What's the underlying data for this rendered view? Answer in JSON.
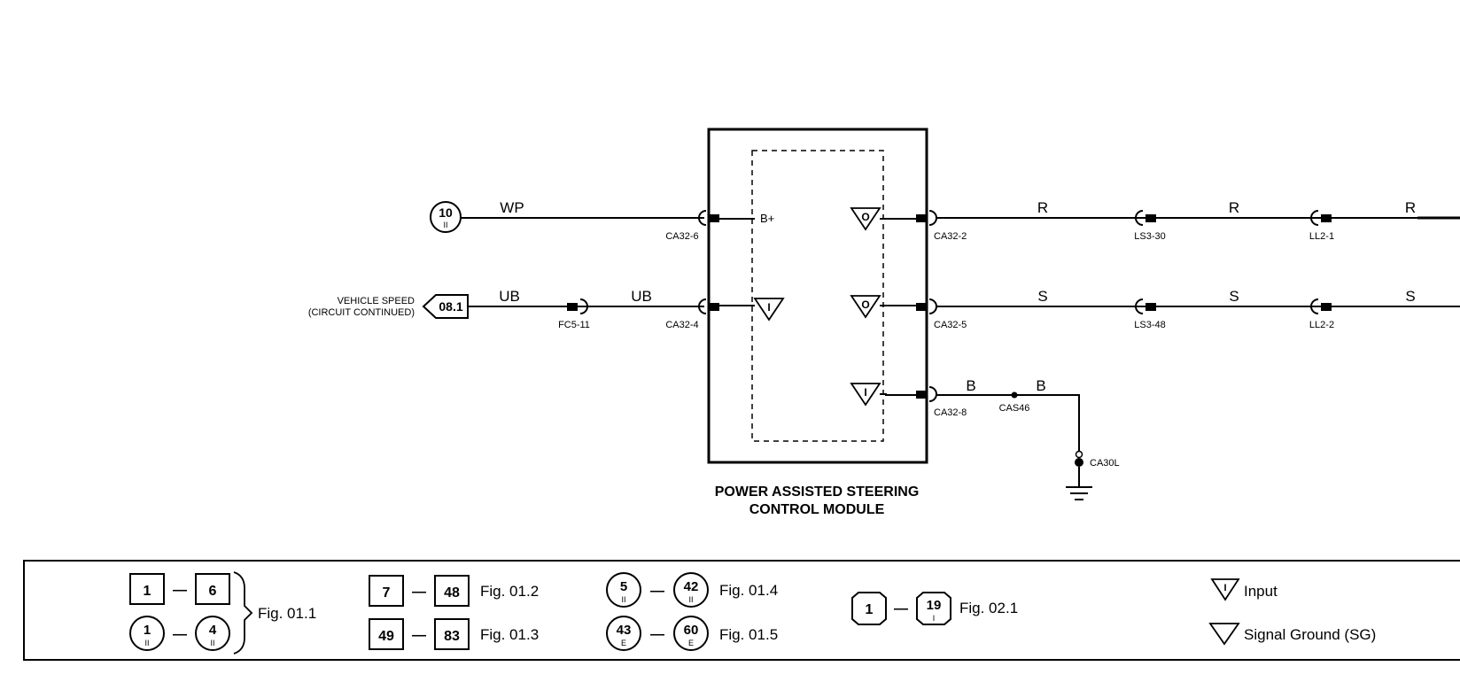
{
  "module": {
    "title_line1": "POWER ASSISTED STEERING",
    "title_line2": "CONTROL MODULE",
    "pin_bplus": "B+",
    "input_symbol": "I",
    "output_symbol": "O"
  },
  "refs": {
    "left_ref_top": "10",
    "left_ref_bottom": "II",
    "vehicle_speed_line1": "VEHICLE SPEED",
    "vehicle_speed_line2": "(CIRCUIT CONTINUED)",
    "vehicle_speed_ref": "08.1"
  },
  "wires": {
    "wp": "WP",
    "ub1": "UB",
    "ub2": "UB",
    "r1": "R",
    "r2": "R",
    "r3": "R",
    "s1": "S",
    "s2": "S",
    "s3": "S",
    "b1": "B",
    "b2": "B"
  },
  "connectors": {
    "ca32_6": "CA32-6",
    "ca32_4": "CA32-4",
    "fc5_11": "FC5-11",
    "ca32_2": "CA32-2",
    "ca32_5": "CA32-5",
    "ca32_8": "CA32-8",
    "ls3_30": "LS3-30",
    "ls3_48": "LS3-48",
    "ll2_1": "LL2-1",
    "ll2_2": "LL2-2",
    "cas46": "CAS46",
    "ca30l": "CA30L"
  },
  "legend": {
    "sq1a": "1",
    "sq1b": "6",
    "circ1a_top": "1",
    "circ1a_bottom": "II",
    "circ1b_top": "4",
    "circ1b_bottom": "II",
    "fig011": "Fig. 01.1",
    "sq2a": "7",
    "sq2b": "48",
    "fig012": "Fig. 01.2",
    "sq3a": "49",
    "sq3b": "83",
    "fig013": "Fig. 01.3",
    "c4a_top": "5",
    "c4a_bottom": "II",
    "c4b_top": "42",
    "c4b_bottom": "II",
    "fig014": "Fig. 01.4",
    "c5a_top": "43",
    "c5a_bottom": "E",
    "c5b_top": "60",
    "c5b_bottom": "E",
    "fig015": "Fig. 01.5",
    "oct_a": "1",
    "oct_b_top": "19",
    "oct_b_bottom": "I",
    "fig021": "Fig. 02.1",
    "dash_glyph": "—",
    "input_label": "Input",
    "sg_label": "Signal Ground (SG)"
  }
}
